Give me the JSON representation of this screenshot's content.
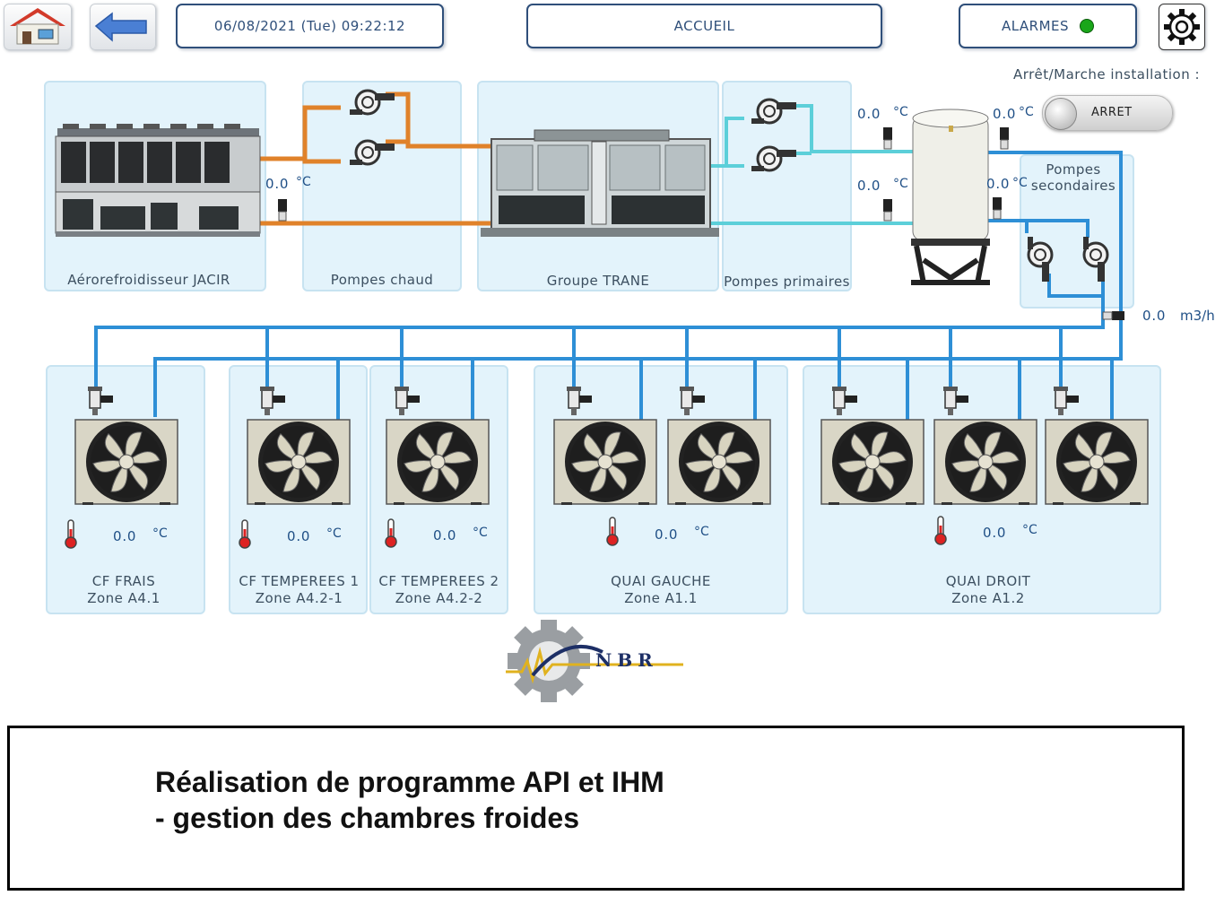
{
  "header": {
    "datetime": "06/08/2021 (Tue) 09:22:12",
    "title": "ACCUEIL",
    "alarms_label": "ALARMES",
    "alarm_status_color": "#1aa61a",
    "icons": [
      "home-icon",
      "back-arrow-icon",
      "settings-gear-icon"
    ]
  },
  "installation": {
    "label": "Arrêt/Marche installation :",
    "state": "ARRET"
  },
  "equipment": {
    "aero": "Aérorefroidisseur JACIR",
    "hot_pumps": "Pompes chaud",
    "trane": "Groupe TRANE",
    "primary_pumps": "Pompes primaires",
    "secondary_pumps_1": "Pompes",
    "secondary_pumps_2": "secondaires"
  },
  "readings": {
    "aero_temp": "0.0",
    "primary_supply_temp": "0.0",
    "primary_return_temp": "0.0",
    "tank_top_temp": "0.0",
    "secondary_temp": "0.0",
    "flow": "0.0",
    "temp_unit": "°C",
    "flow_unit": "m3/h"
  },
  "zones": [
    {
      "name": "CF FRAIS",
      "zone": "Zone A4.1",
      "temp": "0.0",
      "unit": "°C"
    },
    {
      "name": "CF TEMPEREES 1",
      "zone": "Zone A4.2-1",
      "temp": "0.0",
      "unit": "°C"
    },
    {
      "name": "CF TEMPEREES 2",
      "zone": "Zone A4.2-2",
      "temp": "0.0",
      "unit": "°C"
    },
    {
      "name": "QUAI GAUCHE",
      "zone": "Zone A1.1",
      "temp": "0.0",
      "unit": "°C"
    },
    {
      "name": "QUAI DROIT",
      "zone": "Zone A1.2",
      "temp": "0.0",
      "unit": "°C"
    }
  ],
  "logo": {
    "text": "NBR"
  },
  "caption": {
    "line1": "Réalisation de programme API et IHM",
    "line2": "- gestion des chambres froides"
  },
  "colors": {
    "hot_pipe": "#e0822a",
    "primary_pipe": "#5ccfd9",
    "secondary_pipe": "#2e8fd6",
    "panel_bg": "#e3f3fb"
  }
}
